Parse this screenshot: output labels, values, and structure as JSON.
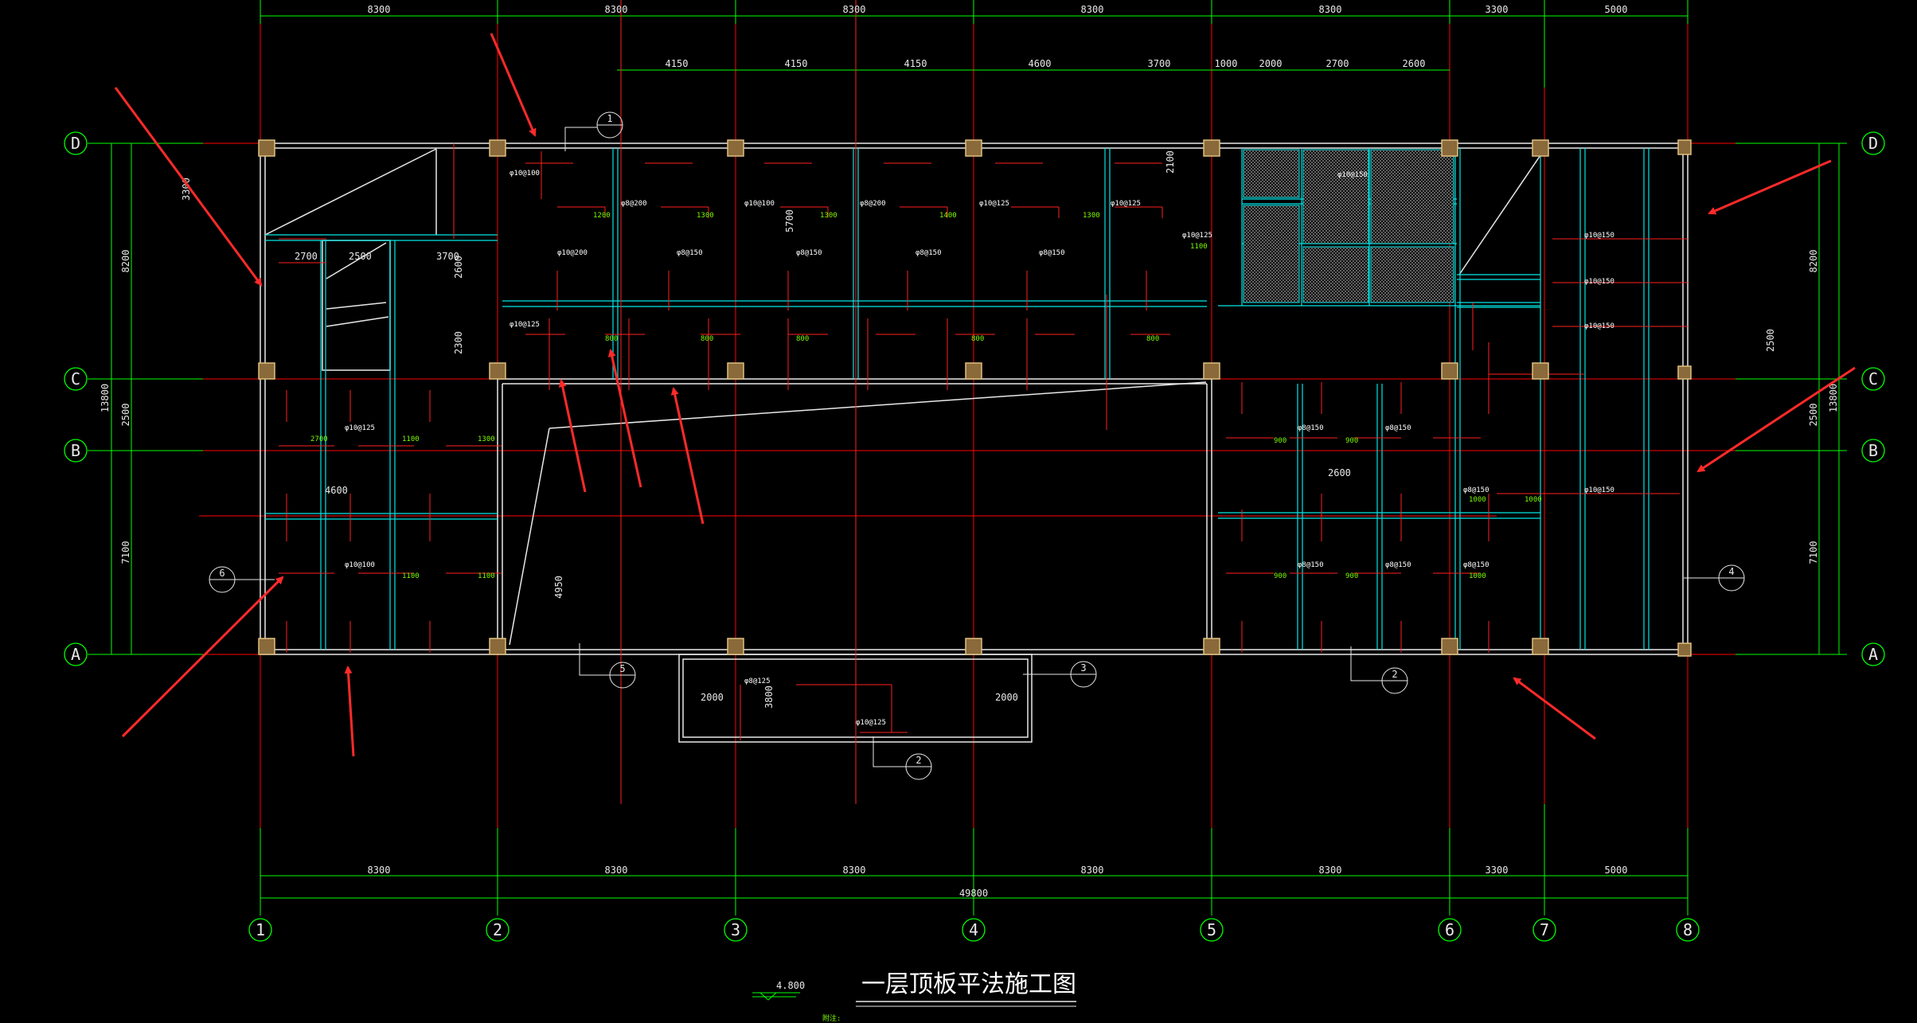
{
  "drawing": {
    "title": "一层顶板平法施工图",
    "elevation": "4.800",
    "note": "附注:"
  },
  "colors": {
    "background": "#000000",
    "axis": "#00ff00",
    "axis_red": "#ff0000",
    "beam": "#00e5e5",
    "wall": "#e8e8e8",
    "column": "#c8a060",
    "rebar_red": "#ff2020",
    "arrow": "#ff2a2a"
  },
  "grid": {
    "columns": [
      "1",
      "2",
      "3",
      "4",
      "5",
      "6",
      "7",
      "8"
    ],
    "rows": [
      "A",
      "B",
      "C",
      "D"
    ]
  },
  "dimensions": {
    "top": [
      "8300",
      "8300",
      "8300",
      "8300",
      "8300",
      "3300",
      "5000"
    ],
    "bottom": [
      "8300",
      "8300",
      "8300",
      "8300",
      "8300",
      "3300",
      "5000"
    ],
    "total": "49800",
    "inner_top": [
      "4150",
      "4150",
      "4150",
      "4600",
      "3700",
      "1000",
      "2000",
      "2700",
      "2600"
    ],
    "left_outer": "13800",
    "left": [
      "8200",
      "2500",
      "7100"
    ],
    "right_outer": "13800",
    "right": [
      "8200",
      "2500",
      "7100"
    ]
  },
  "section_markers": [
    "1",
    "6",
    "5",
    "3",
    "2",
    "2",
    "4"
  ],
  "rebar_labels": {
    "a": "φ8@150",
    "b": "φ8@200",
    "c": "φ10@125",
    "d": "φ10@100",
    "e": "φ10@150",
    "f": "φ8@125",
    "g": "φ10@200"
  },
  "length_labels": {
    "l1": "1200",
    "l2": "1300",
    "l3": "1400",
    "l4": "1100",
    "l5": "900",
    "l6": "1000",
    "l7": "800",
    "l8": "5700",
    "l9": "2700",
    "l10": "2500",
    "l11": "3700",
    "l12": "2600",
    "l13": "2300",
    "l14": "4600",
    "l15": "4950",
    "l16": "2000",
    "l17": "3800",
    "l18": "3300",
    "l19": "2100",
    "l20": "2500"
  }
}
